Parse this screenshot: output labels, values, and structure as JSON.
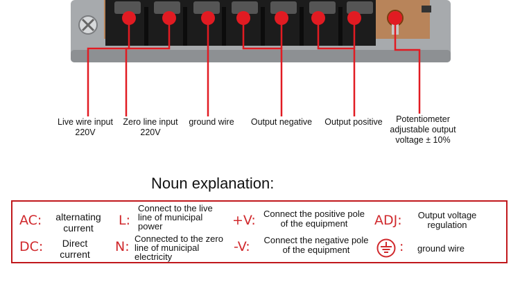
{
  "terminal_labels": [
    {
      "line1": "Live wire input",
      "line2": "220V"
    },
    {
      "line1": "Zero line input",
      "line2": "220V"
    },
    {
      "line1": "ground wire",
      "line2": ""
    },
    {
      "line1": "Output negative",
      "line2": ""
    },
    {
      "line1": "Output positive",
      "line2": ""
    },
    {
      "line1": "Potentiometer",
      "line2": "adjustable output",
      "line3": "voltage ± 10%"
    }
  ],
  "legend": {
    "title": "Noun explanation:",
    "items": [
      {
        "term": "AC:",
        "lines": [
          "alternating",
          "current"
        ]
      },
      {
        "term": "L:",
        "lines": [
          "Connect to the live",
          "line of municipal",
          "power"
        ]
      },
      {
        "term": "+V:",
        "lines": [
          "Connect the positive pole",
          "of the equipment"
        ]
      },
      {
        "term": "ADJ:",
        "lines": [
          "Output voltage",
          "regulation"
        ]
      },
      {
        "term": "DC:",
        "lines": [
          "Direct",
          "current"
        ]
      },
      {
        "term": "N:",
        "lines": [
          "Connected to the zero",
          "line of municipal",
          "electricity"
        ]
      },
      {
        "term": "-V:",
        "lines": [
          "Connect the negative pole",
          "of the equipment"
        ]
      },
      {
        "term": ":",
        "lines": [
          "ground wire"
        ]
      }
    ]
  },
  "colors": {
    "accent": "#d0282c",
    "wire": "#e11b22",
    "terminal_block": "#1c1c1c",
    "pcb": "#b8845a"
  },
  "icons": {
    "ground": "ground-symbol-icon",
    "screw": "screw-terminal-icon"
  }
}
